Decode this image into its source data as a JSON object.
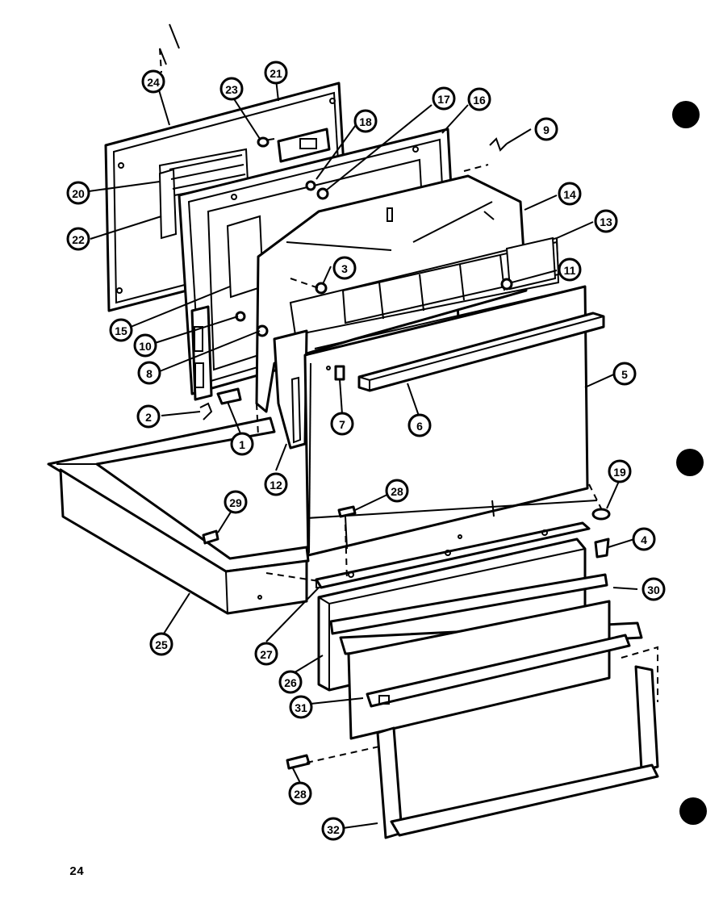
{
  "page_number": "24",
  "callouts": [
    {
      "id": "c1",
      "label": "1"
    },
    {
      "id": "c2",
      "label": "2"
    },
    {
      "id": "c3",
      "label": "3"
    },
    {
      "id": "c4",
      "label": "4"
    },
    {
      "id": "c5",
      "label": "5"
    },
    {
      "id": "c6",
      "label": "6"
    },
    {
      "id": "c7",
      "label": "7"
    },
    {
      "id": "c8",
      "label": "8"
    },
    {
      "id": "c9",
      "label": "9"
    },
    {
      "id": "c10",
      "label": "10"
    },
    {
      "id": "c11",
      "label": "11"
    },
    {
      "id": "c12",
      "label": "12"
    },
    {
      "id": "c13",
      "label": "13"
    },
    {
      "id": "c14",
      "label": "14"
    },
    {
      "id": "c15",
      "label": "15"
    },
    {
      "id": "c16",
      "label": "16"
    },
    {
      "id": "c17",
      "label": "17"
    },
    {
      "id": "c18",
      "label": "18"
    },
    {
      "id": "c19",
      "label": "19"
    },
    {
      "id": "c20",
      "label": "20"
    },
    {
      "id": "c22",
      "label": "22"
    },
    {
      "id": "c23",
      "label": "23"
    },
    {
      "id": "c24",
      "label": "24"
    },
    {
      "id": "c25",
      "label": "25"
    },
    {
      "id": "c26",
      "label": "26"
    },
    {
      "id": "c27",
      "label": "27"
    },
    {
      "id": "c28a",
      "label": "28"
    },
    {
      "id": "c28b",
      "label": "28"
    },
    {
      "id": "c29",
      "label": "29"
    },
    {
      "id": "c30",
      "label": "30"
    },
    {
      "id": "c31",
      "label": "31"
    },
    {
      "id": "c32",
      "label": "32"
    },
    {
      "id": "c21",
      "label": "21"
    }
  ],
  "colors": {
    "ink": "#000000",
    "paper": "#ffffff"
  }
}
